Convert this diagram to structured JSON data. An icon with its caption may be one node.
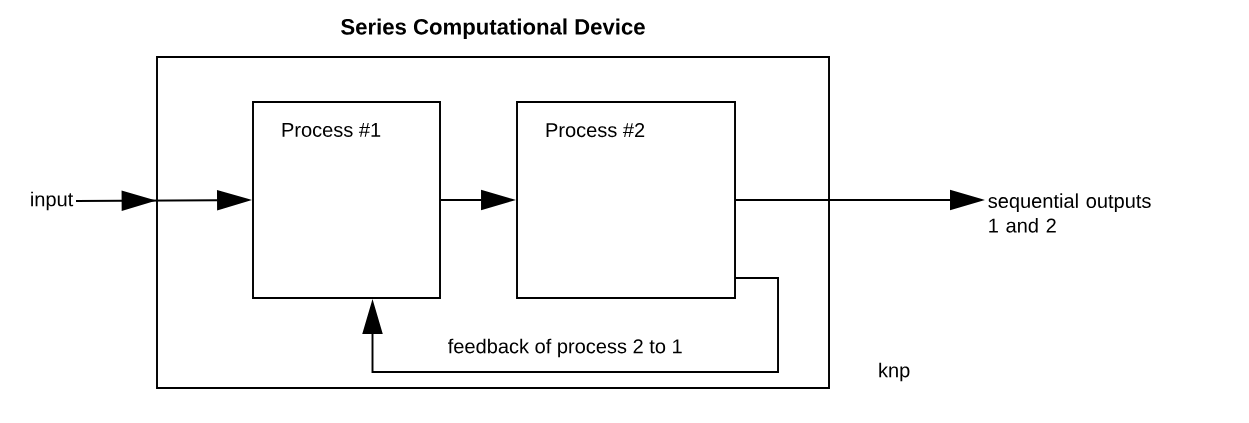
{
  "diagram": {
    "nodes": [
      {
        "text": [
          "Series Computational Device"
        ]
      },
      {
        "text": [
          "Process #1"
        ],
        "in": 0
      },
      {
        "text": [
          "Process #2"
        ],
        "in": 0
      },
      {
        "text": [
          "input"
        ]
      },
      {
        "text": [
          "sequential outputs 1 and 2"
        ]
      }
    ],
    "edges": [
      {
        "from": 3,
        "to": 1,
        "arrow": "to"
      },
      {
        "from": 1,
        "to": 2,
        "arrow": "to"
      },
      {
        "from": 2,
        "to": 4,
        "arrow": "to"
      },
      {
        "from": 2,
        "to": 1,
        "arrow": "to",
        "label": "feedback of process 2 to 1"
      }
    ],
    "labels": [
      "knp"
    ]
  }
}
